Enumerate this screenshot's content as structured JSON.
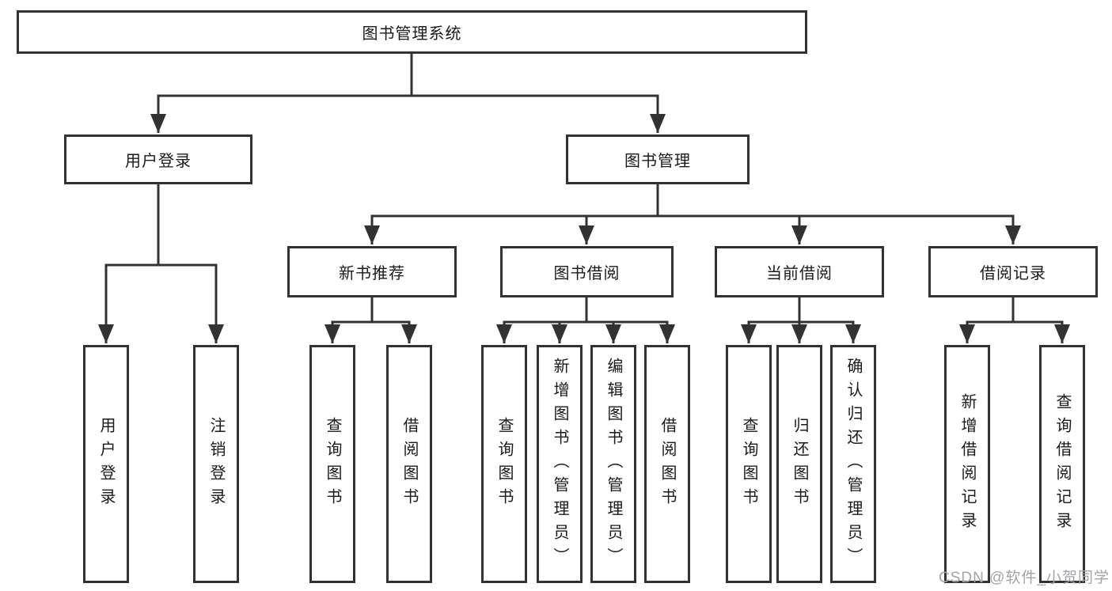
{
  "tree": {
    "root": "图书管理系统",
    "user_login": {
      "label": "用户登录",
      "children": [
        "用户登录",
        "注销登录"
      ]
    },
    "book_mgmt": {
      "label": "图书管理",
      "children": [
        {
          "label": "新书推荐",
          "children": [
            "查询图书",
            "借阅图书"
          ]
        },
        {
          "label": "图书借阅",
          "children": [
            "查询图书",
            "新增图书（管理员）",
            "编辑图书（管理员）",
            "借阅图书"
          ]
        },
        {
          "label": "当前借阅",
          "children": [
            "查询图书",
            "归还图书",
            "确认归还（管理员）"
          ]
        },
        {
          "label": "借阅记录",
          "children": [
            "新增借阅记录",
            "查询借阅记录"
          ]
        }
      ]
    }
  },
  "watermark": "CSDN @软件_小贺同学",
  "colors": {
    "line": "#323232",
    "box_border": "#323232",
    "text": "#1a1a1a",
    "watermark": "#a3a3a9",
    "background": "#ffffff"
  }
}
